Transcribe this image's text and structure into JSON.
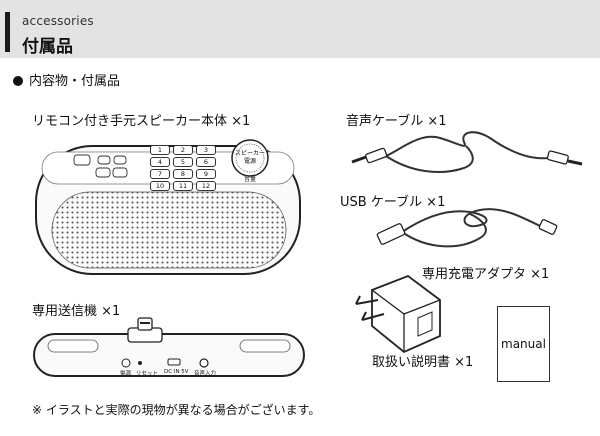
{
  "header": {
    "subtitle": "accessories",
    "title": "付属品"
  },
  "section": {
    "heading": "内容物・付属品"
  },
  "items": {
    "speaker": "リモコン付き手元スピーカー本体 ×1",
    "audio_cable": "音声ケーブル ×1",
    "usb_cable": "USB ケーブル ×1",
    "adapter": "専用充電アダプタ ×1",
    "transmitter": "専用送信機 ×1",
    "manual": "取扱い説明書 ×1",
    "manual_booklet": "manual"
  },
  "remote_keys": {
    "row1": [
      "1",
      "2",
      "3"
    ],
    "row2": [
      "4",
      "5",
      "6"
    ],
    "row3": [
      "7",
      "8",
      "9"
    ],
    "row4": [
      "10",
      "11",
      "12"
    ],
    "knob": [
      "スピーカー",
      "電源"
    ],
    "knob_under": "音量"
  },
  "transmitter_labels": [
    "電源",
    "リセット",
    "DC IN 5V",
    "音声入力"
  ],
  "footnote": "※ イラストと実際の現物が異なる場合がございます。"
}
